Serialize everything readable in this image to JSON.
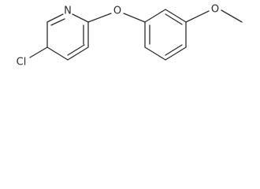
{
  "molecule": {
    "atom_labels": {
      "chlorine": "Cl",
      "pyridine_nitrogen": "N",
      "ether_oxygen": "O",
      "methoxy_oxygen": "O"
    }
  }
}
